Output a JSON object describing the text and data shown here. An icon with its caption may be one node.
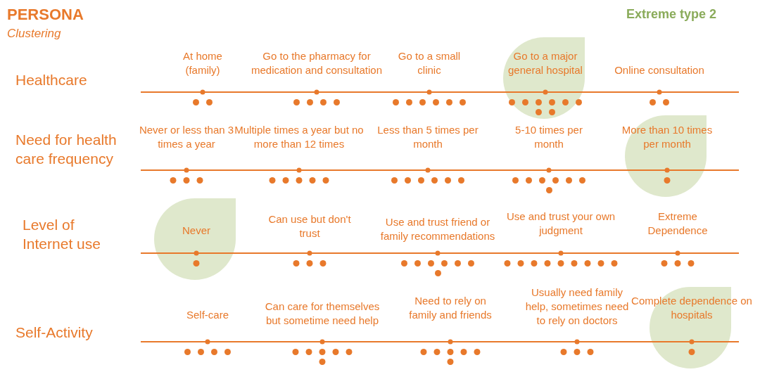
{
  "diagram": {
    "title": "PERSONA",
    "labels": [
      "Clustering",
      "Extreme type 2",
      "Healthcare",
      "At home (family)",
      "Go to the pharmacy for medication and consultation",
      "Go to a small clinic",
      "Go to a major general hospital",
      "Online consultation",
      "Need for health care frequency",
      "Never or less than 3 times a year",
      "Multiple times a year but no more than 12 times",
      "Less than 5 times per month",
      "5-10 times per month",
      "More than 10 times per month",
      "Level of Internet use",
      "Never",
      "Can use but don't trust",
      "Use and trust friend or family recommendations",
      "Use and trust your own judgment",
      "Extreme Dependence",
      "Self-Activity",
      "Self-care",
      "Can care for themselves but sometime need help",
      "Need to rely on family and friends",
      "Usually need family help, sometimes need to rely on doctors",
      "Complete dependence on hospitals"
    ]
  }
}
